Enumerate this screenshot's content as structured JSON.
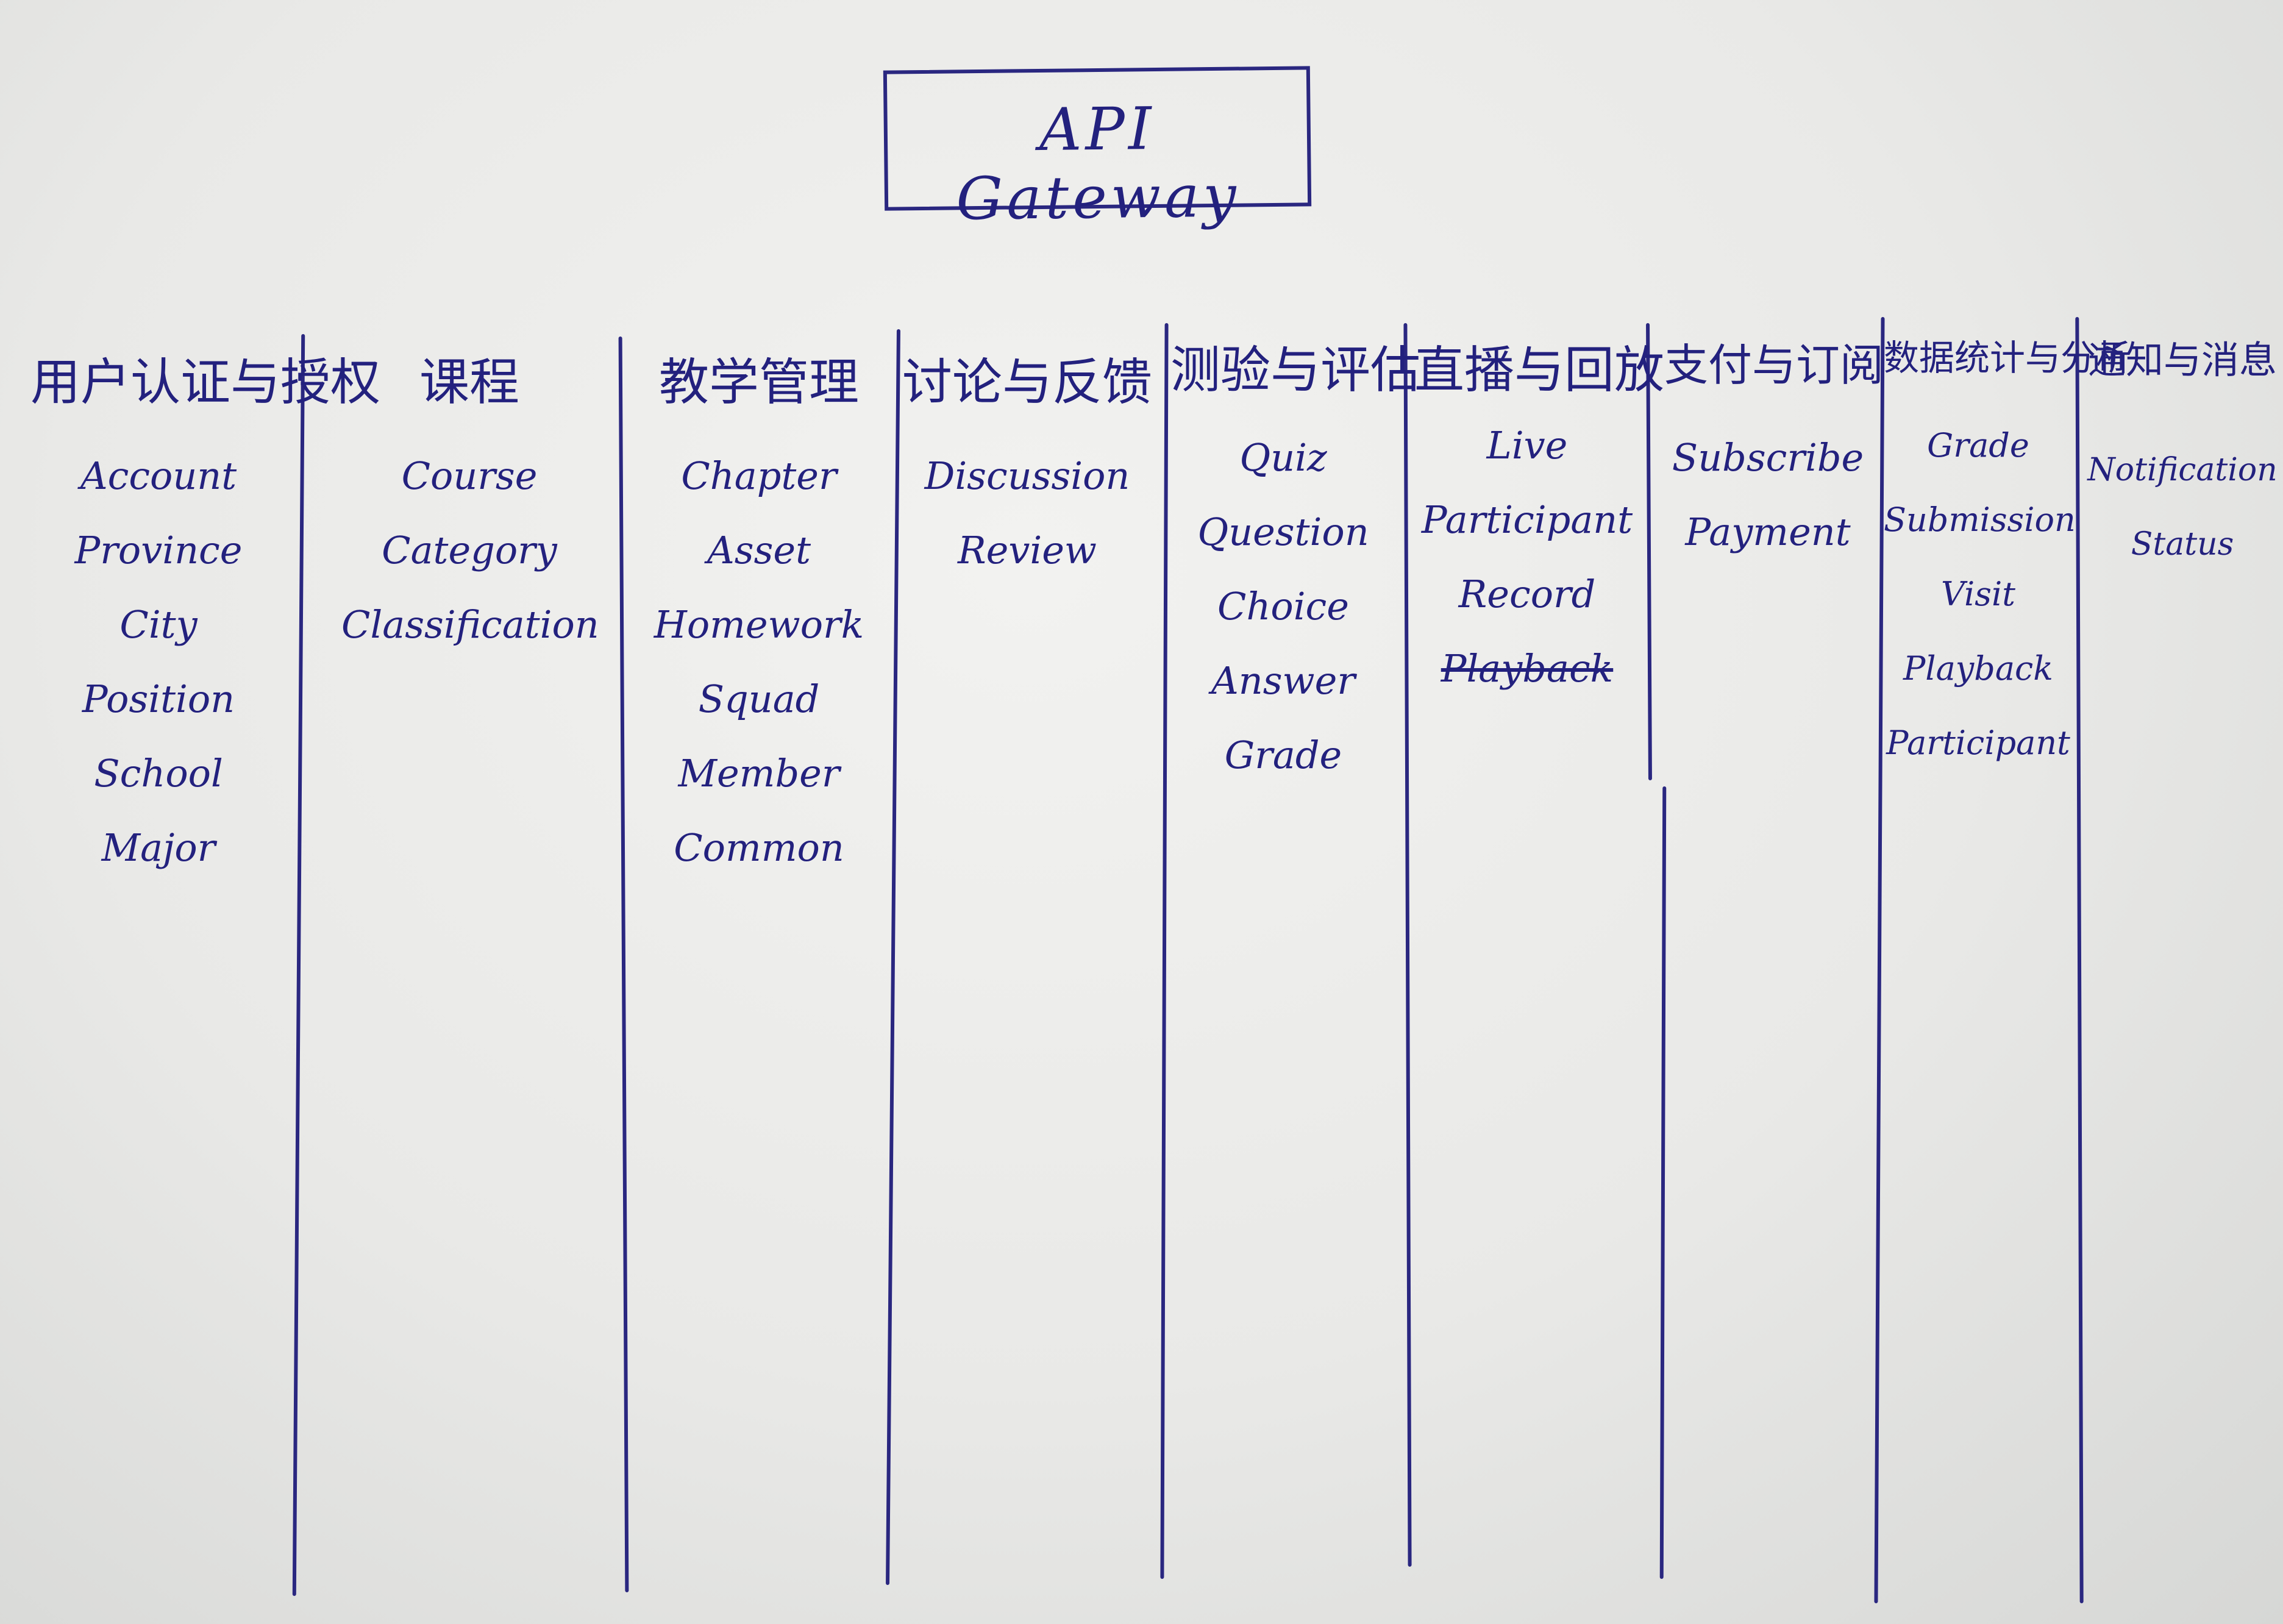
{
  "gateway": {
    "label": "API Gateway"
  },
  "pen_color": "#23217e",
  "columns": [
    {
      "title": "用户认证与授权",
      "items": [
        "Account",
        "Province",
        "City",
        "Position",
        "School",
        "Major"
      ]
    },
    {
      "title": "课程",
      "items": [
        "Course",
        "Category",
        "Classification"
      ]
    },
    {
      "title": "教学管理",
      "items": [
        "Chapter",
        "Asset",
        "Homework",
        "Squad",
        "Member",
        "Common"
      ]
    },
    {
      "title": "讨论与反馈",
      "items": [
        "Discussion",
        "Review"
      ]
    },
    {
      "title": "测验与评估",
      "items": [
        "Quiz",
        "Question",
        "Choice",
        "Answer",
        "Grade"
      ]
    },
    {
      "title": "直播与回放",
      "items": [
        "Live",
        "Participant",
        "Record",
        "Playback"
      ],
      "struck_item_index": 3
    },
    {
      "title": "支付与订阅",
      "items": [
        "Subscribe",
        "Payment"
      ]
    },
    {
      "title": "数据统计与分析",
      "items": [
        "Grade",
        "Submission",
        "Visit",
        "Playback",
        "Participant"
      ]
    },
    {
      "title": "通知与消息",
      "items": [
        "Notification",
        "Status"
      ]
    }
  ]
}
